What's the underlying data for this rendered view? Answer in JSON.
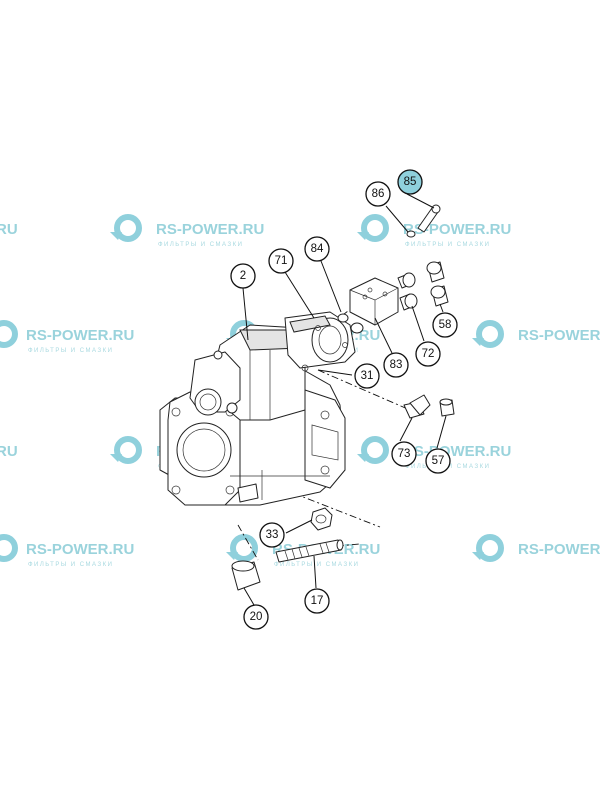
{
  "watermark": {
    "brand": "RS-POWER.RU",
    "tagline": "ФИЛЬТРЫ И СМАЗКИ",
    "partial_brand": "RU",
    "partial_brand_left": "RS-POWER",
    "logo_color": "#8fd0dc"
  },
  "callouts": [
    {
      "id": "2",
      "highlight": false
    },
    {
      "id": "71",
      "highlight": false
    },
    {
      "id": "84",
      "highlight": false
    },
    {
      "id": "86",
      "highlight": false
    },
    {
      "id": "85",
      "highlight": true
    },
    {
      "id": "31",
      "highlight": false
    },
    {
      "id": "83",
      "highlight": false
    },
    {
      "id": "72",
      "highlight": false
    },
    {
      "id": "58",
      "highlight": false
    },
    {
      "id": "73",
      "highlight": false
    },
    {
      "id": "57",
      "highlight": false
    },
    {
      "id": "33",
      "highlight": false
    },
    {
      "id": "17",
      "highlight": false
    },
    {
      "id": "20",
      "highlight": false
    }
  ],
  "colors": {
    "line": "#111111",
    "highlight_fill": "#8fd0dc",
    "background": "#ffffff",
    "part_shade": "#e4e4e4"
  }
}
